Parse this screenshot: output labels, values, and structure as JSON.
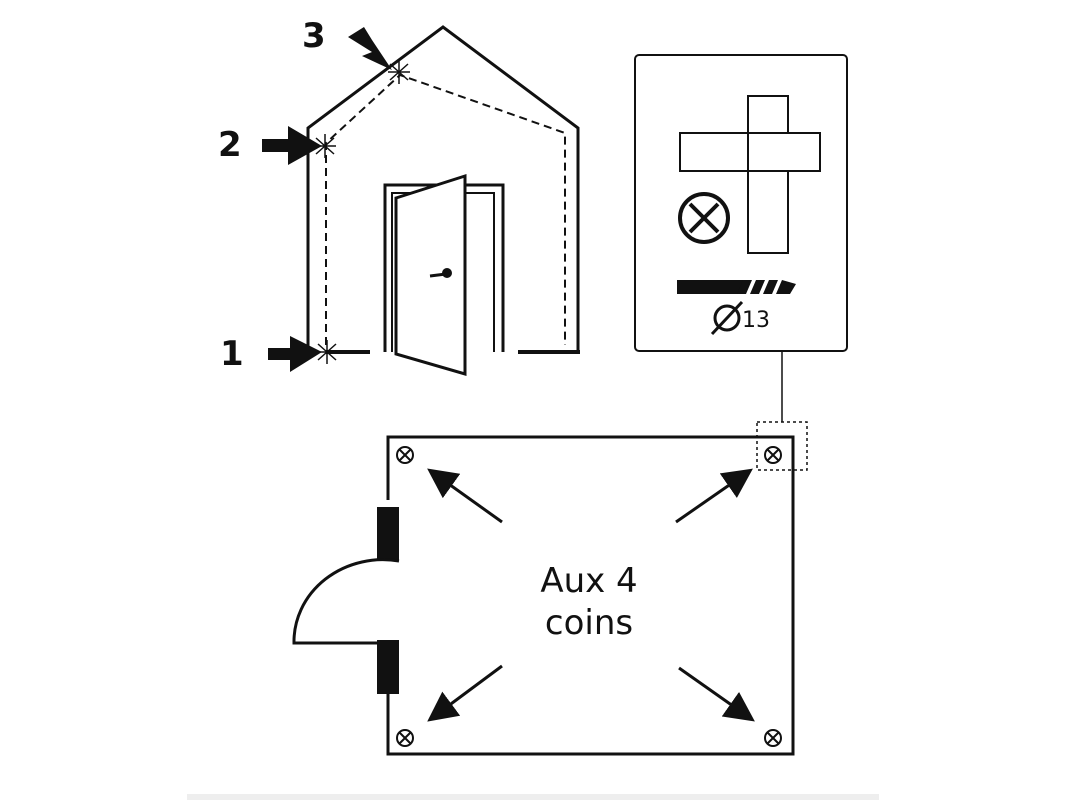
{
  "house": {
    "steps": [
      {
        "label": "1"
      },
      {
        "label": "2"
      },
      {
        "label": "3"
      }
    ]
  },
  "detail": {
    "diameter_label": "13",
    "icons": [
      "screw-cross-icon",
      "drill-bit-icon",
      "diameter-icon"
    ]
  },
  "plan": {
    "center_label_line1": "Aux 4",
    "center_label_line2": "coins",
    "corner_icon": "screw-cross-icon"
  },
  "colors": {
    "ink": "#111111",
    "background": "#ffffff",
    "bar": "#eeeeee"
  }
}
